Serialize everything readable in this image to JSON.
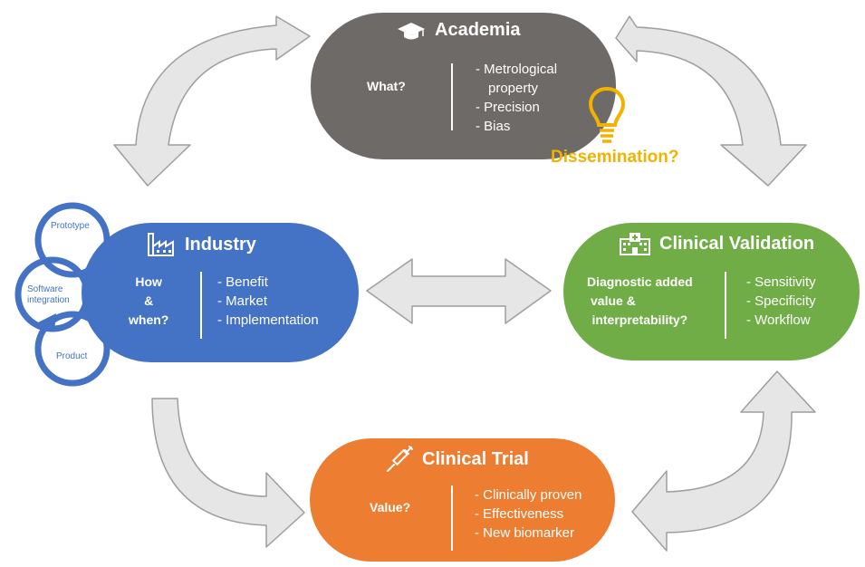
{
  "academia": {
    "title": "Academia",
    "question": "What?",
    "items": [
      "- Metrological",
      "property",
      "- Precision",
      "- Bias"
    ],
    "dissemination": "Dissemination?"
  },
  "industry": {
    "title": "Industry",
    "question_lines": [
      "How",
      "&",
      "when?"
    ],
    "items": [
      "- Benefit",
      "- Market",
      "- Implementation"
    ],
    "cycle": {
      "prototype": "Prototype",
      "software_1": "Software",
      "software_2": "integration",
      "product": "Product"
    }
  },
  "clinical_validation": {
    "title": "Clinical Validation",
    "question_lines": [
      "Diagnostic added",
      "value &",
      "interpretability?"
    ],
    "items": [
      "- Sensitivity",
      "- Specificity",
      "- Workflow"
    ]
  },
  "clinical_trial": {
    "title": "Clinical Trial",
    "question": "Value?",
    "items": [
      "- Clinically proven",
      "- Effectiveness",
      "- New biomarker"
    ]
  },
  "colors": {
    "academia": "#6e6a68",
    "industry": "#4472c4",
    "clinical_validation": "#70ad47",
    "clinical_trial": "#ed7d31",
    "dissemination": "#f2b200",
    "arrow_fill": "#e6e6e6",
    "arrow_stroke": "#9e9e9e"
  },
  "icons": {
    "academia": "graduation-cap-icon",
    "industry": "factory-icon",
    "clinical_validation": "hospital-icon",
    "clinical_trial": "syringe-icon",
    "dissemination": "lightbulb-icon"
  }
}
